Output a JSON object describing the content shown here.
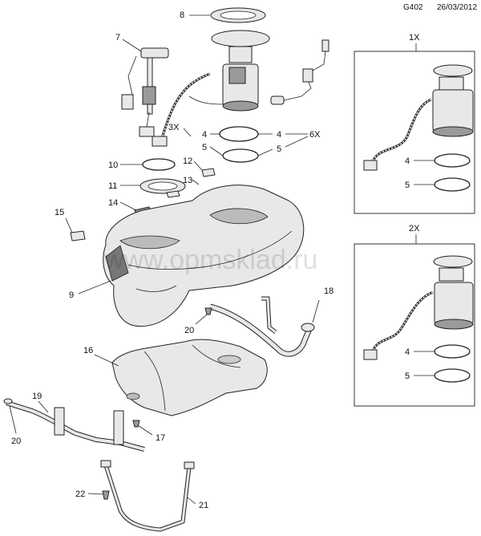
{
  "header": {
    "code": "G402",
    "date": "26/03/2012"
  },
  "watermark": "www.opmsklad.ru",
  "detail_boxes": [
    {
      "title": "1X",
      "labels": [
        "4",
        "5"
      ]
    },
    {
      "title": "2X",
      "labels": [
        "4",
        "5"
      ]
    }
  ],
  "callouts": {
    "c8": "8",
    "c7": "7",
    "c3x": "3X",
    "c4a": "4",
    "c4b": "4",
    "c6x": "6X",
    "c5a": "5",
    "c5b": "5",
    "c10": "10",
    "c11": "11",
    "c12": "12",
    "c13": "13",
    "c14": "14",
    "c15": "15",
    "c9": "9",
    "c18": "18",
    "c20a": "20",
    "c16": "16",
    "c19": "19",
    "c20b": "20",
    "c17": "17",
    "c22": "22",
    "c21": "21"
  }
}
